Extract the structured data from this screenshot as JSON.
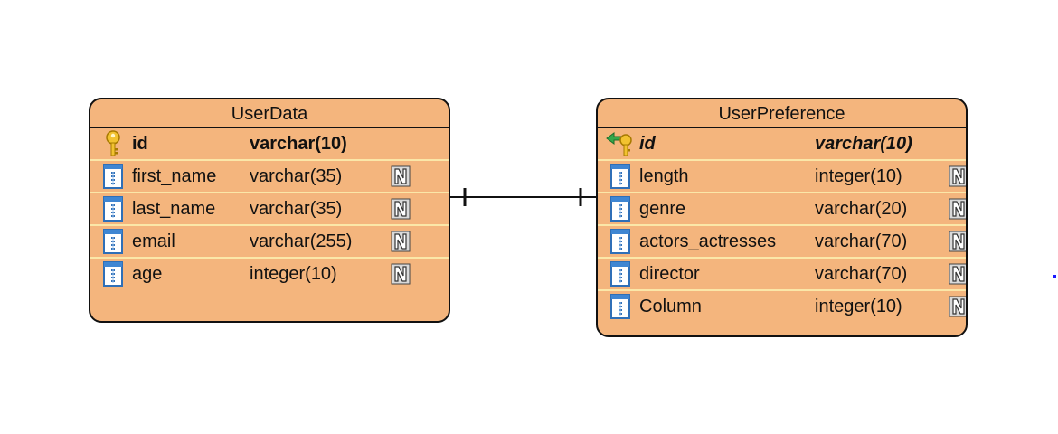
{
  "entities": [
    {
      "id": "userdata",
      "title": "UserData",
      "columns": [
        {
          "name": "id",
          "type": "varchar(10)",
          "kind": "pk",
          "nullable_icon": false
        },
        {
          "name": "first_name",
          "type": "varchar(35)",
          "kind": "col",
          "nullable_icon": true
        },
        {
          "name": "last_name",
          "type": "varchar(35)",
          "kind": "col",
          "nullable_icon": true
        },
        {
          "name": "email",
          "type": "varchar(255)",
          "kind": "col",
          "nullable_icon": true
        },
        {
          "name": "age",
          "type": "integer(10)",
          "kind": "col",
          "nullable_icon": true
        }
      ]
    },
    {
      "id": "userpref",
      "title": "UserPreference",
      "columns": [
        {
          "name": "id",
          "type": "varchar(10)",
          "kind": "fk",
          "nullable_icon": false
        },
        {
          "name": "length",
          "type": "integer(10)",
          "kind": "col",
          "nullable_icon": true
        },
        {
          "name": "genre",
          "type": "varchar(20)",
          "kind": "col",
          "nullable_icon": true
        },
        {
          "name": "actors_actresses",
          "type": "varchar(70)",
          "kind": "col",
          "nullable_icon": true
        },
        {
          "name": "director",
          "type": "varchar(70)",
          "kind": "col",
          "nullable_icon": true
        },
        {
          "name": "Column",
          "type": "integer(10)",
          "kind": "col",
          "nullable_icon": true
        }
      ]
    }
  ],
  "relationship": {
    "from": "UserData",
    "to": "UserPreference",
    "cardinality": "one-to-one"
  },
  "icons": {
    "primary_key": "key-icon",
    "foreign_key": "foreign-key-icon",
    "column": "column-icon",
    "nullable": "nullable-n-icon"
  },
  "colors": {
    "entity_fill": "#f4b57d",
    "row_separator": "#fbe7a8",
    "border": "#111111"
  }
}
